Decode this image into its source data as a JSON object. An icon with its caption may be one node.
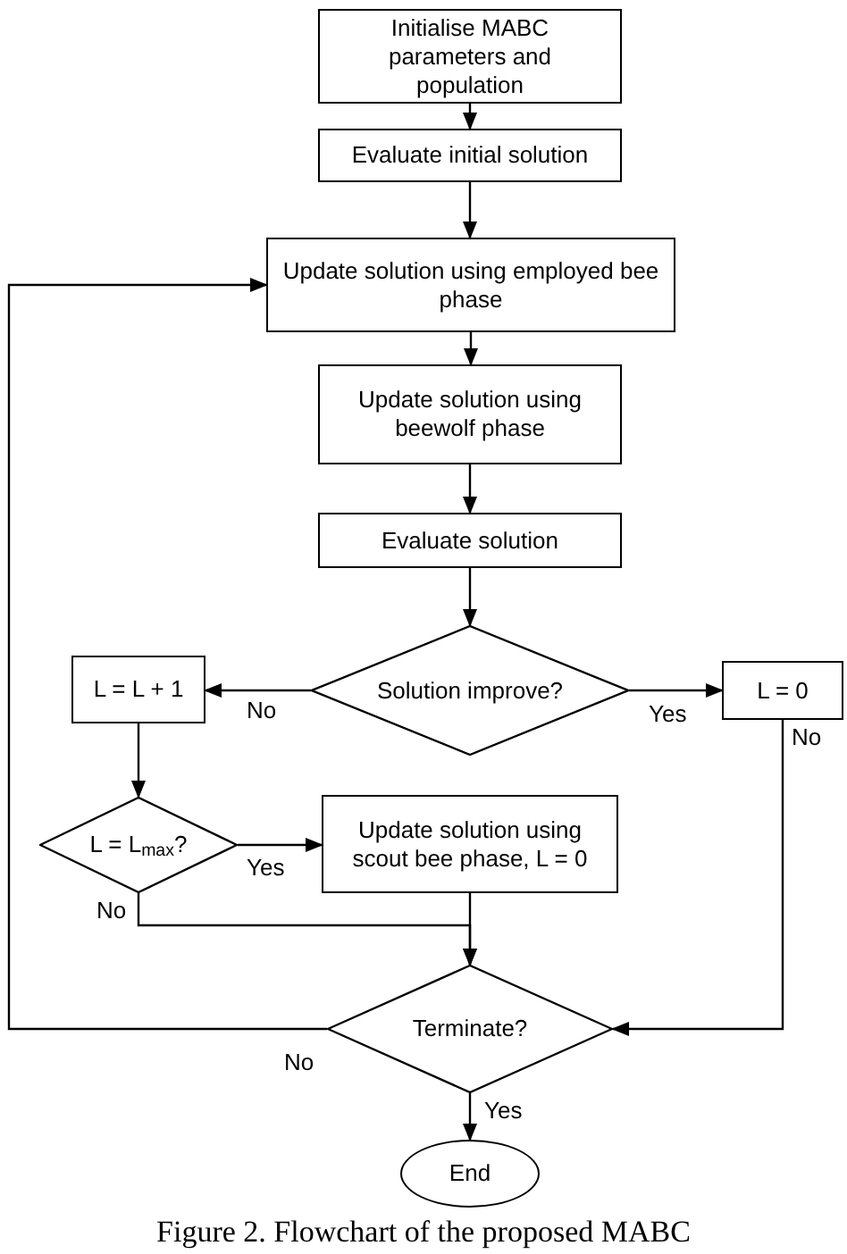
{
  "diagram": {
    "caption": "Figure 2. Flowchart of the proposed MABC",
    "nodes": [
      {
        "text": [
          "Initialise MABC parameters and population"
        ]
      },
      {
        "text": [
          "Evaluate initial solution"
        ]
      },
      {
        "text": [
          "Update solution using employed bee phase"
        ]
      },
      {
        "text": [
          "Update solution using beewolf phase"
        ]
      },
      {
        "text": [
          "Evaluate solution"
        ]
      },
      {
        "text": [
          "Solution improve?"
        ]
      },
      {
        "text": [
          "L = L + 1"
        ]
      },
      {
        "text": [
          "L = 0"
        ]
      },
      {
        "text": [
          "L = L$_{max}$?"
        ]
      },
      {
        "text": [
          "Update solution using scout bee phase, L = 0"
        ]
      },
      {
        "text": [
          "Terminate?"
        ]
      },
      {
        "text": [
          "End"
        ]
      }
    ],
    "edges": [
      {
        "from": 0,
        "to": 1,
        "arrow": "to"
      },
      {
        "from": 1,
        "to": 2,
        "arrow": "to"
      },
      {
        "from": 2,
        "to": 3,
        "arrow": "to"
      },
      {
        "from": 3,
        "to": 4,
        "arrow": "to"
      },
      {
        "from": 4,
        "to": 5,
        "arrow": "to"
      },
      {
        "from": 5,
        "to": 6,
        "arrow": "to",
        "label": "No"
      },
      {
        "from": 5,
        "to": 7,
        "arrow": "to",
        "label": "Yes"
      },
      {
        "from": 6,
        "to": 8,
        "arrow": "to"
      },
      {
        "from": 8,
        "to": 9,
        "arrow": "to",
        "label": "Yes"
      },
      {
        "from": 8,
        "to": 10,
        "arrow": "to",
        "label": "No"
      },
      {
        "from": 9,
        "to": 10,
        "arrow": "to"
      },
      {
        "from": 7,
        "to": 10,
        "arrow": "to",
        "label": "No"
      },
      {
        "from": 10,
        "to": 2,
        "arrow": "to",
        "label": "No"
      },
      {
        "from": 10,
        "to": 11,
        "arrow": "to",
        "label": "Yes"
      }
    ]
  }
}
